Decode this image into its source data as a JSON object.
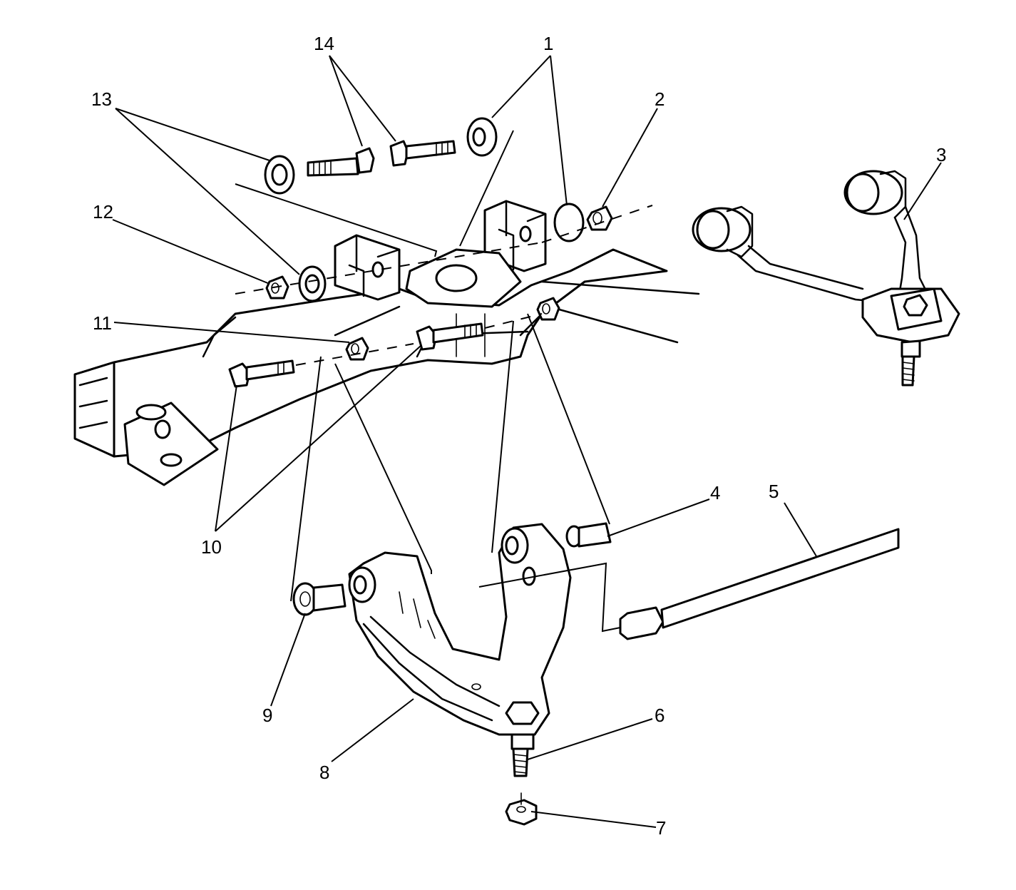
{
  "diagram": {
    "callouts": [
      {
        "id": "1",
        "label": "1"
      },
      {
        "id": "2",
        "label": "2"
      },
      {
        "id": "3",
        "label": "3"
      },
      {
        "id": "4",
        "label": "4"
      },
      {
        "id": "5",
        "label": "5"
      },
      {
        "id": "6",
        "label": "6"
      },
      {
        "id": "7",
        "label": "7"
      },
      {
        "id": "8",
        "label": "8"
      },
      {
        "id": "9",
        "label": "9"
      },
      {
        "id": "10",
        "label": "10"
      },
      {
        "id": "11",
        "label": "11"
      },
      {
        "id": "12",
        "label": "12"
      },
      {
        "id": "13",
        "label": "13"
      },
      {
        "id": "14",
        "label": "14"
      }
    ],
    "colors": {
      "ink": "#000000",
      "paper": "#ffffff"
    }
  }
}
